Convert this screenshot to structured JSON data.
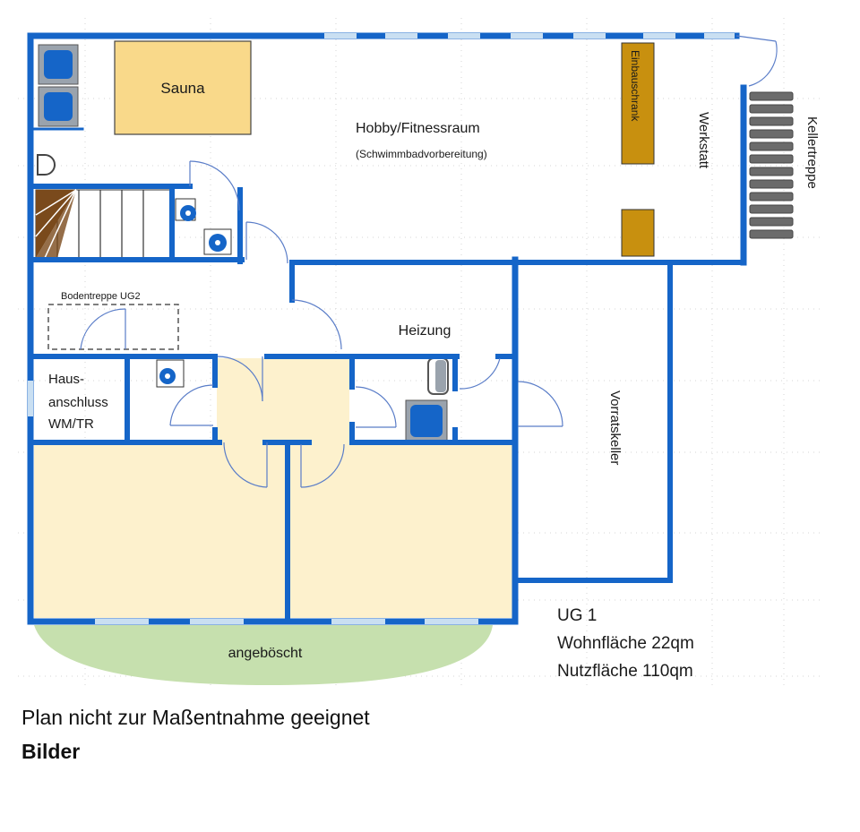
{
  "rooms": {
    "sauna": "Sauna",
    "hobby": "Hobby/Fitnessraum",
    "hobby_sub": "(Schwimmbadvorbereitung)",
    "einbauschrank": "Einbauschrank",
    "werkstatt": "Werkstatt",
    "kellertreppe": "Kellertreppe",
    "bodentreppe": "Bodentreppe UG2",
    "heizung": "Heizung",
    "hausanschluss_1": "Haus-",
    "hausanschluss_2": "anschluss",
    "hausanschluss_3": "WM/TR",
    "vorratskeller": "Vorratskeller",
    "angeboescht": "angeböscht"
  },
  "floor_info": {
    "level": "UG 1",
    "wohnflaeche": "Wohnfläche 22qm",
    "nutzflaeche": "Nutzfläche 110qm"
  },
  "captions": {
    "disclaimer": "Plan nicht zur Maßentnahme geeignet",
    "bilder": "Bilder"
  },
  "colors": {
    "wall": "#1565c8",
    "window": "#c9dff2",
    "room_fill": "#fdf1cd",
    "sauna": "#f9d98a",
    "cabinet": "#c8900f",
    "grass": "#c6e0ae",
    "stair": "#7a4a1c"
  }
}
